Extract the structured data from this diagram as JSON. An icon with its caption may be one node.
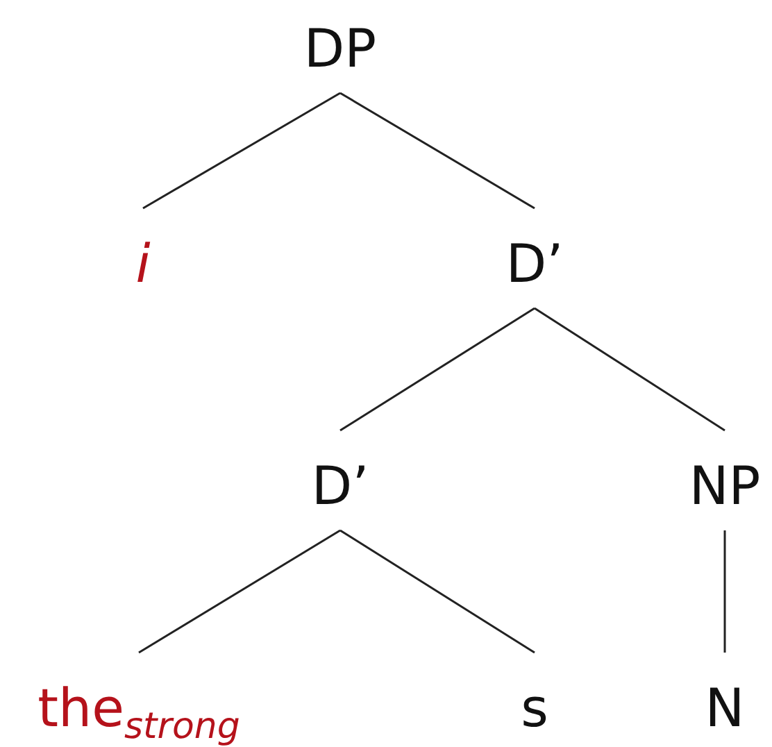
{
  "diagram": {
    "nodes": [
      {
        "text": [
          "DP"
        ]
      },
      {
        "text": [
          "i"
        ]
      },
      {
        "text": [
          "D’"
        ]
      },
      {
        "text": [
          "D’"
        ]
      },
      {
        "text": [
          "NP"
        ]
      },
      {
        "text": [
          "the$_{strong}$"
        ]
      },
      {
        "text": [
          "s"
        ]
      },
      {
        "text": [
          "N"
        ]
      }
    ],
    "edges": [
      {
        "from": 0,
        "to": 1,
        "arrow": "none"
      },
      {
        "from": 0,
        "to": 2,
        "arrow": "none"
      },
      {
        "from": 2,
        "to": 3,
        "arrow": "none"
      },
      {
        "from": 2,
        "to": 4,
        "arrow": "none"
      },
      {
        "from": 3,
        "to": 5,
        "arrow": "none"
      },
      {
        "from": 3,
        "to": 6,
        "arrow": "none"
      },
      {
        "from": 4,
        "to": 7,
        "arrow": "none"
      }
    ]
  }
}
